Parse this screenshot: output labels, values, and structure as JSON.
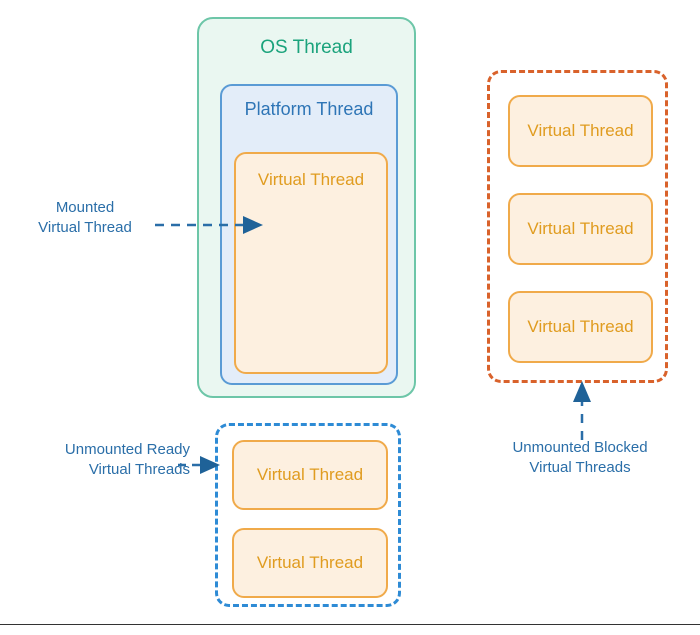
{
  "diagram": {
    "title": "Virtual Thread Mounting Diagram",
    "colors": {
      "os_thread_border": "#6dc6a8",
      "os_thread_fill": "#eaf7f1",
      "os_thread_text": "#1ba37c",
      "platform_thread_border": "#5a9bd5",
      "platform_thread_fill": "#e3edf9",
      "platform_thread_text": "#2e75b6",
      "virtual_thread_border": "#f0aa4a",
      "virtual_thread_fill": "#fdf0e0",
      "virtual_thread_text": "#e09c20",
      "blocked_group_border": "#d9622b",
      "ready_group_border": "#2e8bd5",
      "annotation_text": "#2a6ea8",
      "arrow": "#2a6ea8"
    }
  },
  "os_thread": {
    "label": "OS Thread"
  },
  "platform_thread": {
    "label": "Platform Thread"
  },
  "mounted_virtual_thread": {
    "label": "Virtual Thread"
  },
  "blocked_group": {
    "threads": [
      {
        "label": "Virtual Thread"
      },
      {
        "label": "Virtual Thread"
      },
      {
        "label": "Virtual Thread"
      }
    ]
  },
  "ready_group": {
    "threads": [
      {
        "label": "Virtual Thread"
      },
      {
        "label": "Virtual Thread"
      }
    ]
  },
  "annotations": {
    "mounted": "Mounted\nVirtual Thread",
    "unmounted_ready": "Unmounted Ready\nVirtual Threads",
    "unmounted_blocked": "Unmounted Blocked\nVirtual Threads"
  }
}
